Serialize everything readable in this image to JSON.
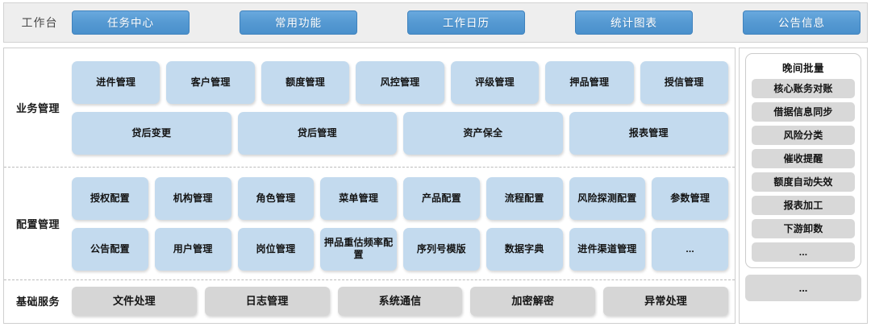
{
  "topbar": {
    "title": "工作台",
    "tabs": [
      {
        "label": "任务中心"
      },
      {
        "label": "常用功能"
      },
      {
        "label": "工作日历"
      },
      {
        "label": "统计图表"
      },
      {
        "label": "公告信息"
      }
    ]
  },
  "sections": {
    "business": {
      "label": "业务管理",
      "row1": [
        {
          "label": "进件管理"
        },
        {
          "label": "客户管理"
        },
        {
          "label": "额度管理"
        },
        {
          "label": "风控管理"
        },
        {
          "label": "评级管理"
        },
        {
          "label": "押品管理"
        },
        {
          "label": "授信管理"
        }
      ],
      "row2": [
        {
          "label": "贷后变更"
        },
        {
          "label": "贷后管理"
        },
        {
          "label": "资产保全"
        },
        {
          "label": "报表管理"
        }
      ]
    },
    "config": {
      "label": "配置管理",
      "row1": [
        {
          "label": "授权配置"
        },
        {
          "label": "机构管理"
        },
        {
          "label": "角色管理"
        },
        {
          "label": "菜单管理"
        },
        {
          "label": "产品配置"
        },
        {
          "label": "流程配置"
        },
        {
          "label": "风险探测配置"
        },
        {
          "label": "参数管理"
        }
      ],
      "row2": [
        {
          "label": "公告配置"
        },
        {
          "label": "用户管理"
        },
        {
          "label": "岗位管理"
        },
        {
          "label": "押品重估频率配置"
        },
        {
          "label": "序列号模版"
        },
        {
          "label": "数据字典"
        },
        {
          "label": "进件渠道管理"
        },
        {
          "label": "..."
        }
      ]
    },
    "basic": {
      "label": "基础服务",
      "items": [
        {
          "label": "文件处理"
        },
        {
          "label": "日志管理"
        },
        {
          "label": "系统通信"
        },
        {
          "label": "加密解密"
        },
        {
          "label": "异常处理"
        }
      ]
    }
  },
  "right_panel": {
    "batch": {
      "title": "晚间批量",
      "items": [
        {
          "label": "核心账务对账"
        },
        {
          "label": "借据信息同步"
        },
        {
          "label": "风险分类"
        },
        {
          "label": "催收提醒"
        },
        {
          "label": "额度自动失效"
        },
        {
          "label": "报表加工"
        },
        {
          "label": "下游卸数"
        },
        {
          "label": "..."
        }
      ]
    },
    "more_label": "..."
  },
  "colors": {
    "tab_button": "#5599d2",
    "tile_blue": "#c3daee",
    "tile_gray": "#d6d6d6",
    "topbar_bg": "#eeeeee"
  }
}
